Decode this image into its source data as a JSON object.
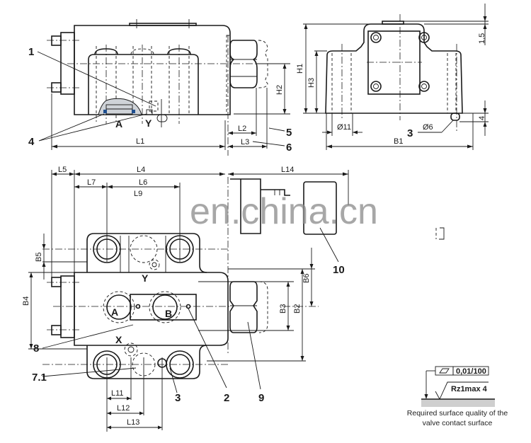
{
  "drawing": {
    "title": "Valve subplate dimensional drawing",
    "colors": {
      "line": "#1a1a1a",
      "seal": "#1f4f8f",
      "surface": "#cfcfcf",
      "watermark": "#8a8a8a"
    }
  },
  "watermark": "en.china.cn",
  "top_left_view": {
    "callouts": {
      "c1": "1",
      "c4": "4",
      "c5": "5",
      "c6": "6"
    },
    "ports": {
      "a": "A",
      "y": "Y"
    },
    "dims": {
      "l1": "L1",
      "l2": "L2",
      "l3": "L3",
      "h2": "H2"
    }
  },
  "top_right_view": {
    "dims": {
      "h1": "H1",
      "h3": "H3",
      "d11": "Ø11",
      "d6": "Ø6",
      "b1": "B1",
      "v15": "1,5",
      "v4": "4"
    },
    "callouts": {
      "c3": "3"
    }
  },
  "bottom_view": {
    "dims": {
      "l4": "L4",
      "l5": "L5",
      "l6": "L6",
      "l7": "L7",
      "l9": "L9",
      "l14": "L14",
      "b2": "B2",
      "b3": "B3",
      "b4": "B4",
      "b5": "B5",
      "b6": "B6",
      "l11": "L11",
      "l12": "L12",
      "l13": "L13"
    },
    "ports": {
      "a": "A",
      "b": "B",
      "x": "X",
      "y": "Y"
    },
    "callouts": {
      "c2": "2",
      "c3": "3",
      "c7_1": "7.1",
      "c8": "8",
      "c9": "9",
      "c10": "10"
    }
  },
  "surface_note": {
    "flatness_symbol": "parallelogram",
    "flatness_value": "0,01/100",
    "roughness": "Rz1max 4",
    "caption_line1": "Required surface quality of the",
    "caption_line2": "valve contact surface"
  }
}
